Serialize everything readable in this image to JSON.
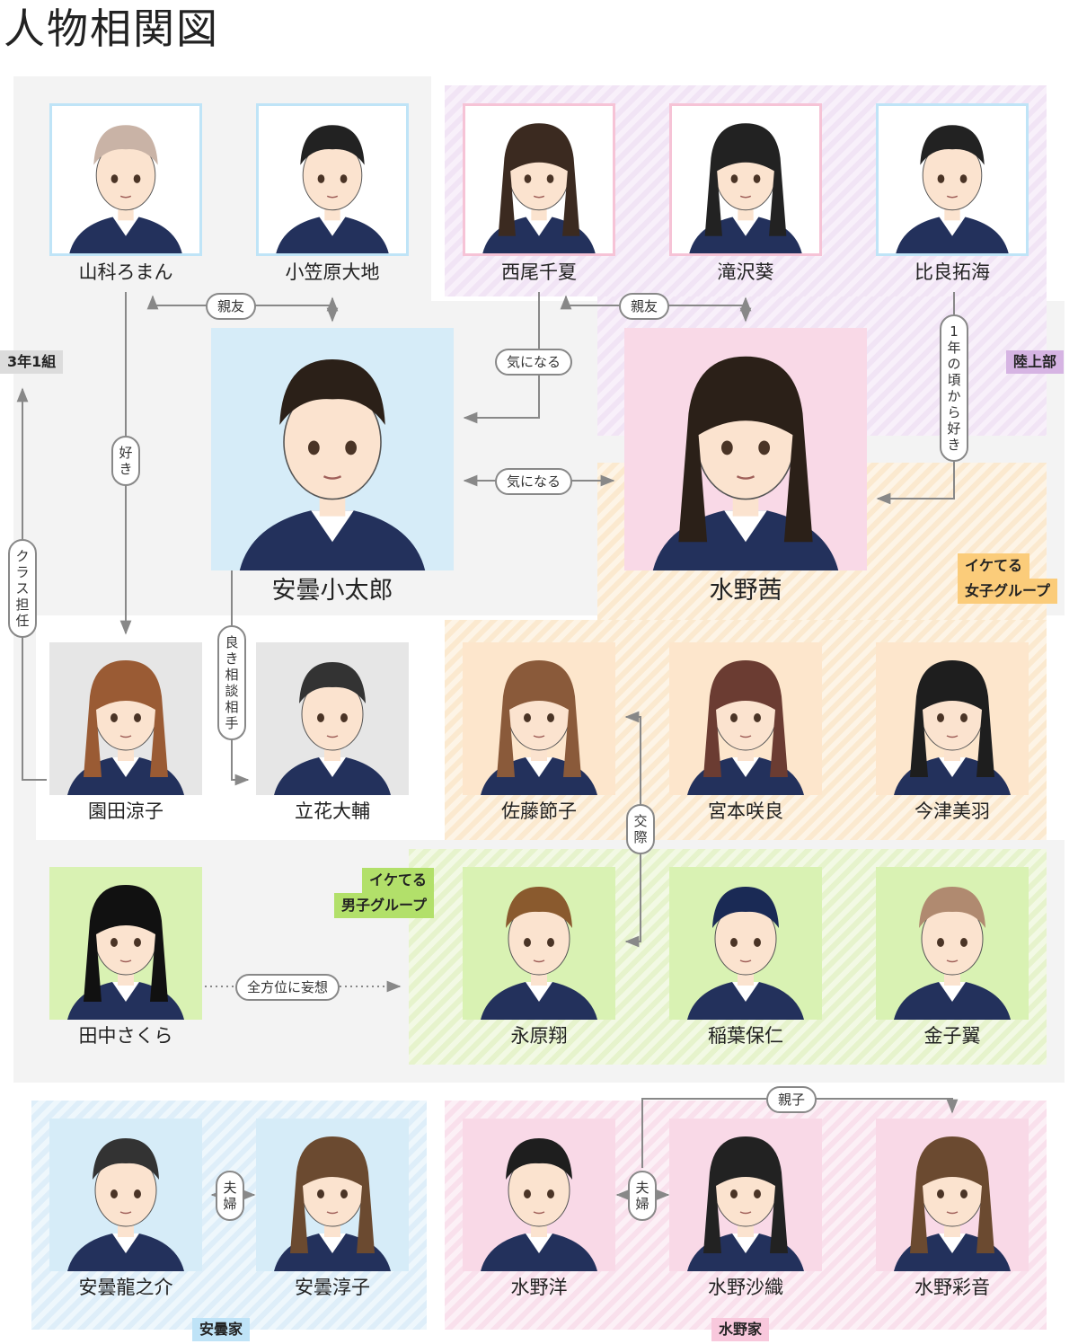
{
  "title": "人物相関図",
  "colors": {
    "gray_zone": "#f3f3f3",
    "rikujo_tag": "#d6b4e3",
    "girls_tag": "#fbcc7a",
    "boys_tag": "#b2e06a",
    "azumi_tag": "#bfe3f7",
    "mizuno_tag": "#f8c8dc",
    "class_tag": "#dcdcdc",
    "line": "#888888"
  },
  "groups": {
    "class": "3年1組",
    "rikujo": "陸上部",
    "girls": [
      "イケてる",
      "女子グループ"
    ],
    "boys": [
      "イケてる",
      "男子グループ"
    ],
    "azumi_family": "安曇家",
    "mizuno_family": "水野家"
  },
  "characters": {
    "yamashina": {
      "name": "山科ろまん",
      "icon": "boy-light-hair-portrait"
    },
    "ogasawara": {
      "name": "小笠原大地",
      "icon": "boy-buzzcut-portrait"
    },
    "nishio": {
      "name": "西尾千夏",
      "icon": "girl-short-hair-portrait"
    },
    "takizawa": {
      "name": "滝沢葵",
      "icon": "girl-short-hair-portrait"
    },
    "hira": {
      "name": "比良拓海",
      "icon": "boy-spiky-hair-portrait"
    },
    "kotaro": {
      "name": "安曇小太郎",
      "icon": "boy-main-portrait"
    },
    "akane": {
      "name": "水野茜",
      "icon": "girl-main-portrait"
    },
    "sonoda": {
      "name": "園田涼子",
      "icon": "teacher-portrait"
    },
    "tachibana": {
      "name": "立花大輔",
      "icon": "boy-glasses-portrait"
    },
    "sato": {
      "name": "佐藤節子",
      "icon": "girl-long-hair-portrait"
    },
    "miyamoto": {
      "name": "宮本咲良",
      "icon": "girl-long-hair-portrait"
    },
    "imazu": {
      "name": "今津美羽",
      "icon": "girl-bob-portrait"
    },
    "tanaka": {
      "name": "田中さくら",
      "icon": "girl-braids-glasses-portrait"
    },
    "nagahara": {
      "name": "永原翔",
      "icon": "boy-portrait"
    },
    "inaba": {
      "name": "稲葉保仁",
      "icon": "boy-spiky-hair-portrait"
    },
    "kaneko": {
      "name": "金子翼",
      "icon": "boy-shaved-head-portrait"
    },
    "ryunosuke": {
      "name": "安曇龍之介",
      "icon": "father-portrait"
    },
    "junko": {
      "name": "安曇淳子",
      "icon": "mother-portrait"
    },
    "hiroshi": {
      "name": "水野洋",
      "icon": "father-portrait"
    },
    "saori": {
      "name": "水野沙織",
      "icon": "mother-portrait"
    },
    "ayane": {
      "name": "水野彩音",
      "icon": "girl-ponytail-portrait"
    }
  },
  "relations": {
    "shinyu_1": "親友",
    "shinyu_2": "親友",
    "kininaru_1": "気になる",
    "kininaru_2": "気になる",
    "ichinen": [
      "1",
      "年",
      "の",
      "頃",
      "か",
      "ら",
      "好",
      "き"
    ],
    "suki": [
      "好",
      "き"
    ],
    "class_tannin": [
      "ク",
      "ラ",
      "ス",
      "担",
      "任"
    ],
    "yoki_sodan": [
      "良",
      "き",
      "相",
      "談",
      "相",
      "手"
    ],
    "kosai": [
      "交",
      "際"
    ],
    "zenhoui": "全方位に妄想",
    "fufu_azumi": [
      "夫",
      "婦"
    ],
    "fufu_mizuno": [
      "夫",
      "婦"
    ],
    "oyako": "親子"
  }
}
